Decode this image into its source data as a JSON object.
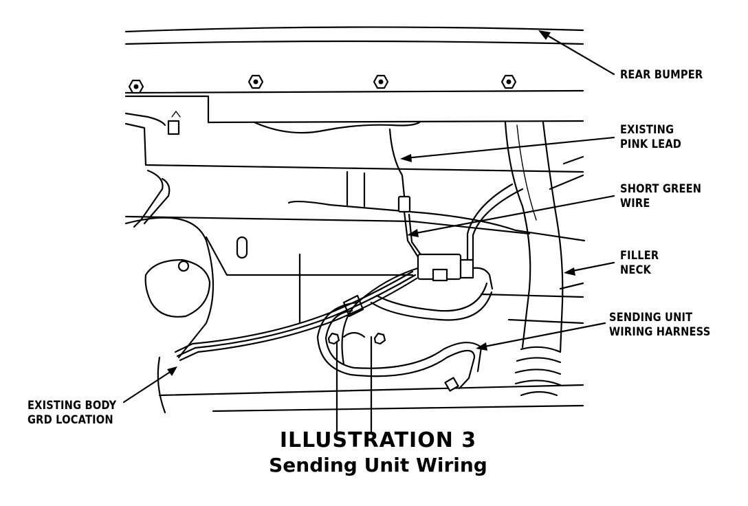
{
  "labels": {
    "rear_bumper": "REAR BUMPER",
    "existing_pink_lead": "EXISTING\nPINK LEAD",
    "short_green_wire": "SHORT GREEN\nWIRE",
    "filler_neck": "FILLER\nNECK",
    "sending_unit_wiring_harness": "SENDING UNIT\nWIRING HARNESS",
    "existing_body_grd_location": "EXISTING BODY\nGRD LOCATION"
  },
  "caption": {
    "title": "ILLUSTRATION 3",
    "subtitle": "Sending Unit Wiring"
  }
}
